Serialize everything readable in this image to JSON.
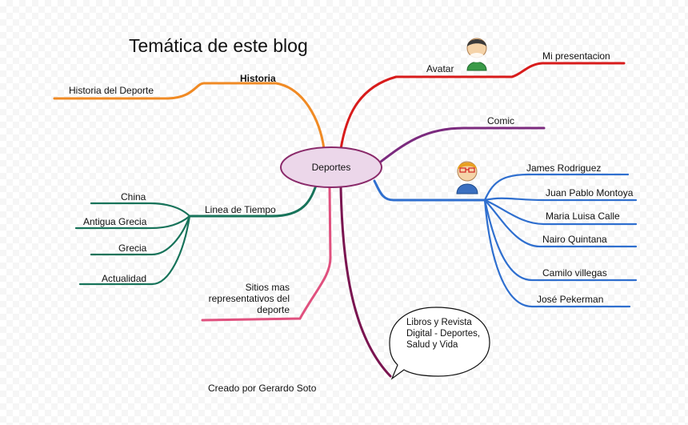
{
  "title": "Temática de este blog",
  "center": "Deportes",
  "branches": {
    "historia": {
      "label": "Historia",
      "child": "Historia del Deporte"
    },
    "avatar": {
      "label": "Avatar",
      "child": "Mi presentacion"
    },
    "comic": {
      "label": "Comic"
    },
    "people": [
      "James Rodriguez",
      "Juan Pablo Montoya",
      "Maria Luisa Calle",
      "Nairo Quintana",
      "Camilo villegas",
      "José Pekerman"
    ],
    "timeline": {
      "label": "Linea de Tiempo",
      "children": [
        "China",
        "Antigua Grecia",
        "Grecia",
        "Actualidad"
      ]
    },
    "sitios": "Sitios mas representativos del deporte",
    "libros": "Libros y Revista Digital - Deportes, Salud y Vida"
  },
  "credit": "Creado por Gerardo Soto",
  "colors": {
    "historia": "#f08a24",
    "avatar": "#d81b1b",
    "comic": "#7b2a7e",
    "people": "#2f6fcf",
    "timeline": "#17735a",
    "sitios": "#e0507e",
    "libros": "#7a1450",
    "center_fill": "#ecd7ea",
    "center_stroke": "#8a2a6a"
  },
  "icons": [
    "avatar-person-icon",
    "glasses-person-icon"
  ]
}
